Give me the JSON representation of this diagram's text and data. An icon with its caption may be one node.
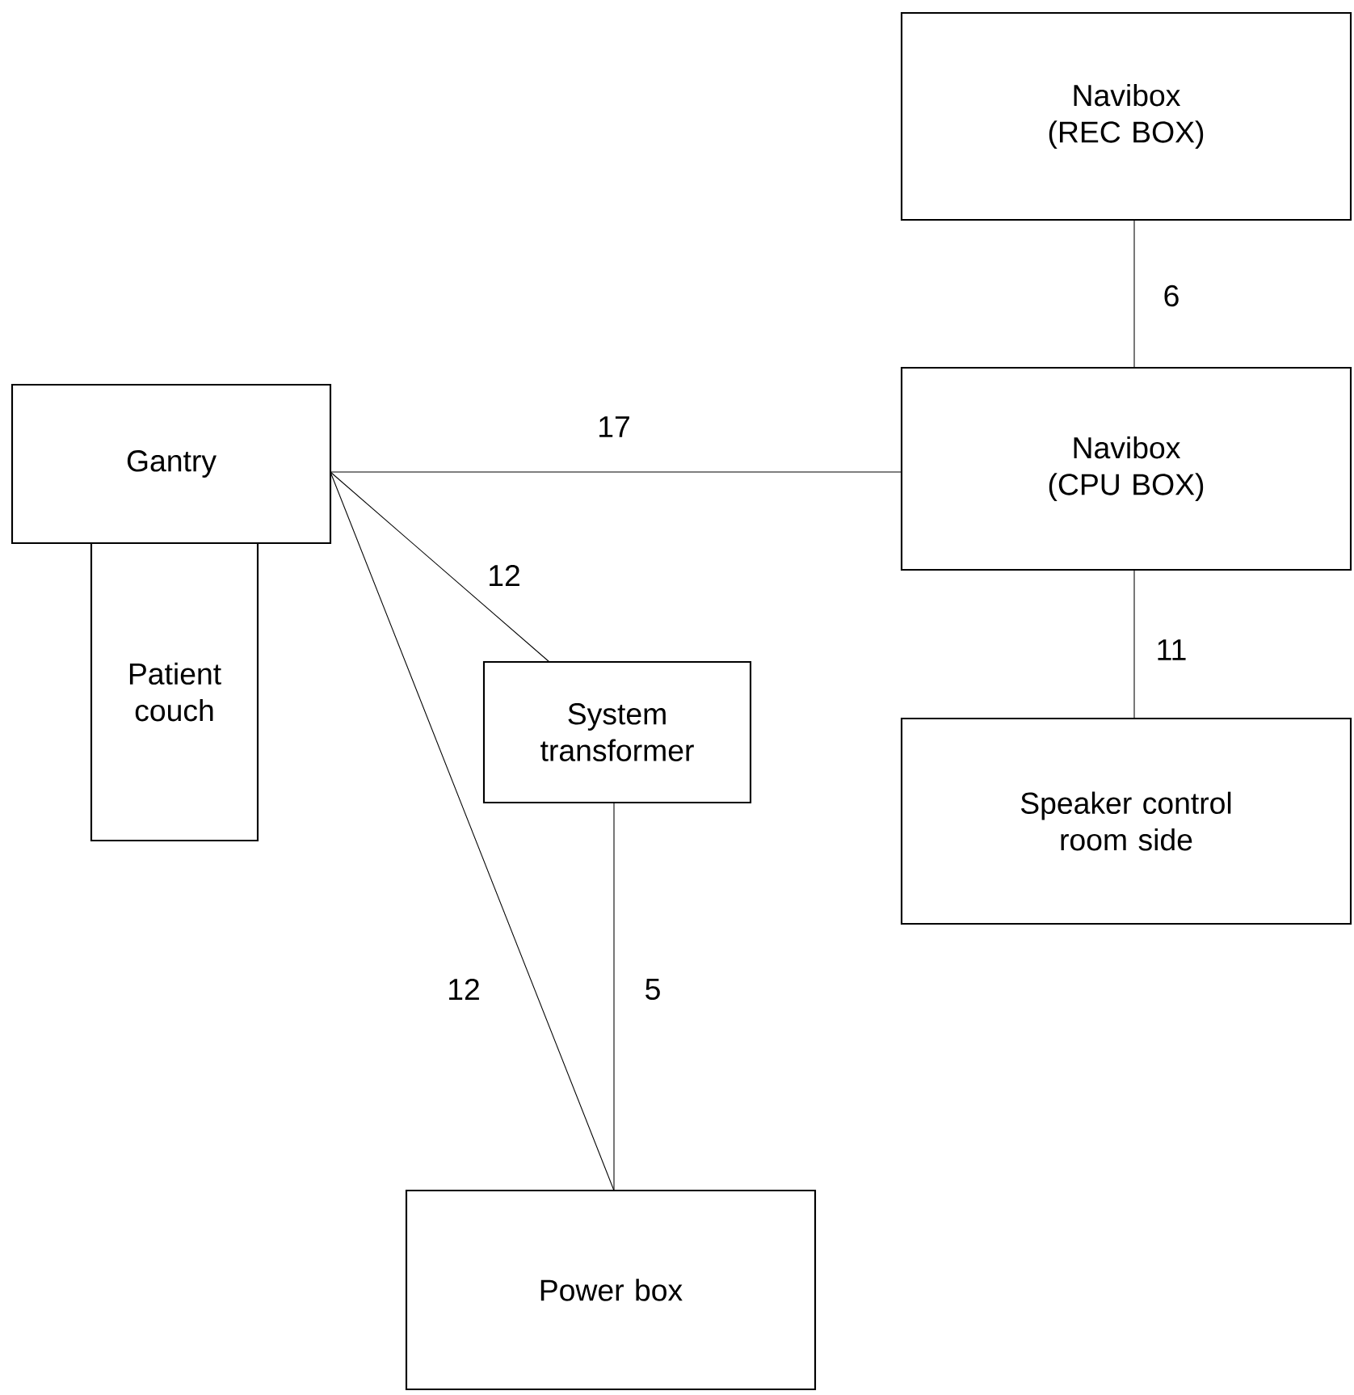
{
  "diagram": {
    "nodes": [
      {
        "text": [
          "Navibox (REC BOX)"
        ]
      },
      {
        "text": [
          "Gantry"
        ]
      },
      {
        "text": [
          "Navibox (CPU BOX)"
        ]
      },
      {
        "text": [
          "Patient couch"
        ]
      },
      {
        "text": [
          "System transformer"
        ]
      },
      {
        "text": [
          "Speaker control room side"
        ]
      },
      {
        "text": [
          "Power box"
        ]
      }
    ],
    "edges": [
      {
        "from": 0,
        "to": 2,
        "arrow": "none",
        "label": "6"
      },
      {
        "from": 1,
        "to": 2,
        "arrow": "none",
        "label": "17"
      },
      {
        "from": 1,
        "to": 4,
        "arrow": "none",
        "label": "12"
      },
      {
        "from": 2,
        "to": 5,
        "arrow": "none",
        "label": "11"
      },
      {
        "from": 1,
        "to": 6,
        "arrow": "none",
        "label": "12"
      },
      {
        "from": 4,
        "to": 6,
        "arrow": "none",
        "label": "5"
      }
    ]
  }
}
